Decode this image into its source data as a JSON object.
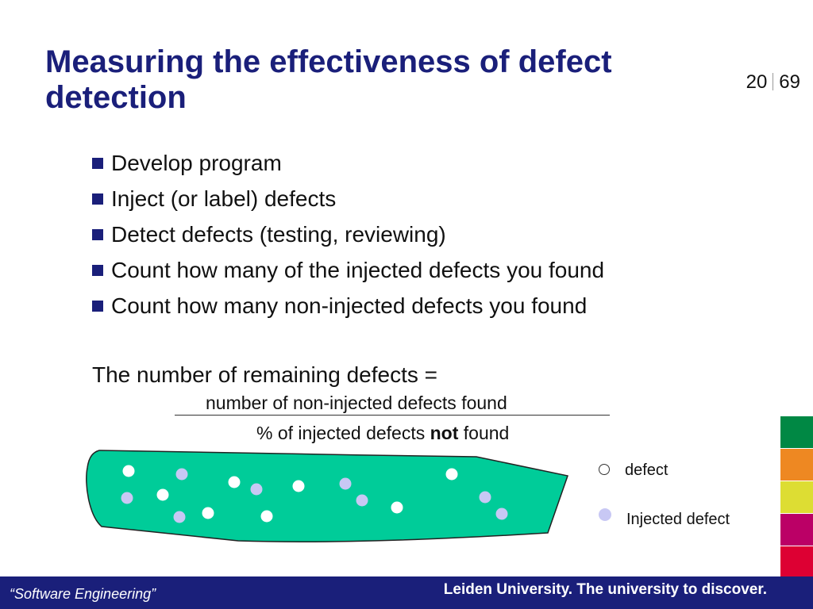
{
  "slide": {
    "title": "Measuring the effectiveness of defect detection",
    "page_current": "20",
    "page_total": "69"
  },
  "bullets": [
    "Develop program",
    "Inject (or label) defects",
    "Detect defects (testing, reviewing)",
    "Count how many of the injected defects you found",
    "Count how many non-injected defects you found"
  ],
  "formula": {
    "lead": "The number of remaining defects =",
    "numerator": "number of non-injected defects found",
    "denominator_before": "% of injected defects ",
    "denominator_bold": "not",
    "denominator_after": " found"
  },
  "legend": {
    "defect_label": "defect",
    "injected_label": "Injected defect"
  },
  "colors": {
    "title": "#1a1f7a",
    "blob_fill": "#00cc99",
    "defect_dot": "#ffffff",
    "injected_dot": "#c8c8f4",
    "footer_bg": "#1a1f7a",
    "colorbar": [
      "#008844",
      "#ee8822",
      "#dddd33",
      "#bb0066",
      "#dd0033",
      "#ffffff"
    ]
  },
  "footer": {
    "left": "“Software Engineering”",
    "right": "Leiden University. The university to discover."
  }
}
